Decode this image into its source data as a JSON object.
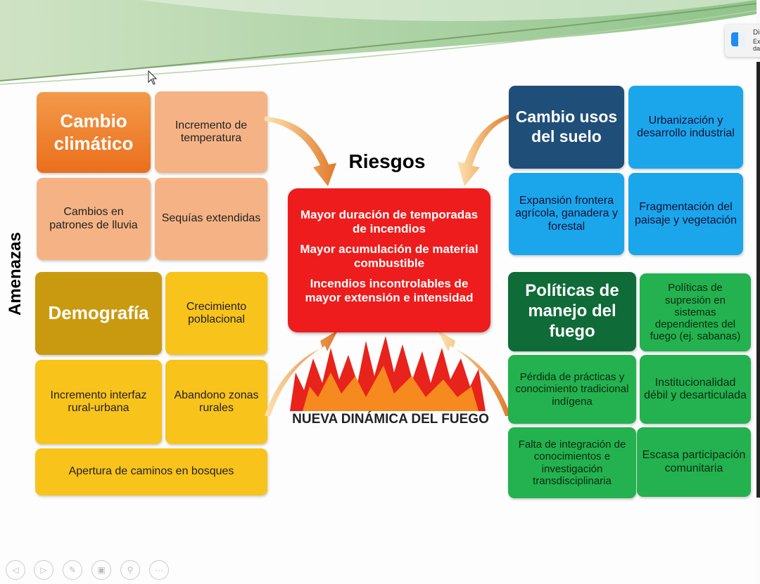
{
  "side_label": "Amenazas",
  "left": {
    "climate": {
      "title": "Cambio climático",
      "items": [
        "Incremento de temperatura",
        "Cambios en patrones de lluvia",
        "Sequías extendidas"
      ]
    },
    "demography": {
      "title": "Demografía",
      "items": [
        "Crecimiento poblacional",
        "Incremento interfaz rural-urbana",
        "Abandono zonas rurales",
        "Apertura de caminos en bosques"
      ]
    }
  },
  "center": {
    "title": "Riesgos",
    "risks": [
      "Mayor duración de temporadas de incendios",
      "Mayor acumulación de material combustible",
      "Incendios  incontrolables de mayor extensión e intensidad"
    ],
    "footer": "NUEVA DINÁMICA DEL FUEGO"
  },
  "right": {
    "land_use": {
      "title": "Cambio usos del suelo",
      "items": [
        "Urbanización y desarrollo industrial",
        "Expansión frontera agrícola, ganadera y forestal",
        "Fragmentación del paisaje y vegetación"
      ]
    },
    "policy": {
      "title": "Políticas de manejo del fuego",
      "items": [
        "Políticas de supresión en sistemas dependientes del fuego (ej. sabanas)",
        "Pérdida de prácticas y conocimiento tradicional indígena",
        "Institucionalidad débil y desarticulada",
        "Falta de integración de conocimientos e investigación transdisciplinaria",
        "Escasa participación comunitaria"
      ]
    }
  },
  "notification": {
    "title": "Dis",
    "line1": "Ex",
    "line2": "da"
  },
  "colors": {
    "orange": "#ef7b26",
    "mustard": "#c99a10",
    "navy": "#1f4e79",
    "darkgreen": "#0f6b37",
    "red": "#ee1c1c"
  }
}
